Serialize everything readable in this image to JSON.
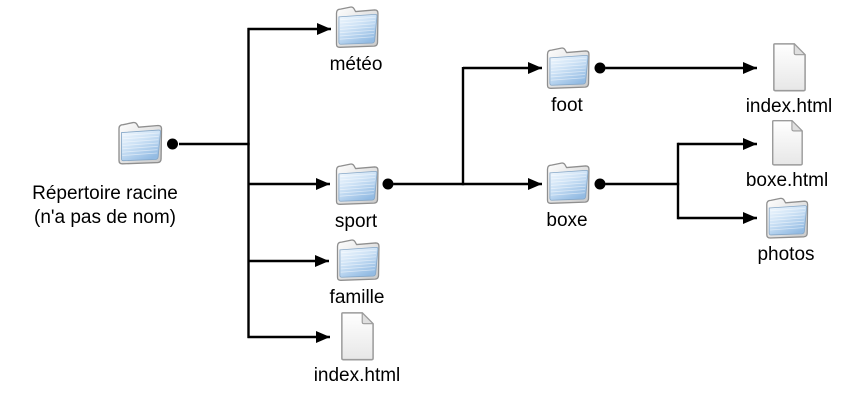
{
  "diagram": {
    "root": {
      "label": "Répertoire racine\n(n'a pas de nom)",
      "type": "folder"
    },
    "nodes": {
      "meteo": {
        "label": "météo",
        "type": "folder"
      },
      "sport": {
        "label": "sport",
        "type": "folder"
      },
      "famille": {
        "label": "famille",
        "type": "folder"
      },
      "index_racine": {
        "label": "index.html",
        "type": "file"
      },
      "foot": {
        "label": "foot",
        "type": "folder"
      },
      "index_foot": {
        "label": "index.html",
        "type": "file"
      },
      "boxe": {
        "label": "boxe",
        "type": "folder"
      },
      "boxe_html": {
        "label": "boxe.html",
        "type": "file"
      },
      "photos": {
        "label": "photos",
        "type": "folder"
      }
    },
    "edges": [
      {
        "from": "root",
        "to": "meteo"
      },
      {
        "from": "root",
        "to": "sport"
      },
      {
        "from": "root",
        "to": "famille"
      },
      {
        "from": "root",
        "to": "index_racine"
      },
      {
        "from": "sport",
        "to": "foot"
      },
      {
        "from": "sport",
        "to": "boxe"
      },
      {
        "from": "foot",
        "to": "index_foot"
      },
      {
        "from": "boxe",
        "to": "boxe_html"
      },
      {
        "from": "boxe",
        "to": "photos"
      }
    ],
    "icons": {
      "folder": "folder-icon",
      "file": "file-icon"
    },
    "colors": {
      "line": "#000000",
      "folder_front": "#9cc0e5",
      "folder_back": "#d2d2d2",
      "file_fill": "#f2f2f2",
      "background": "#ffffff"
    }
  }
}
